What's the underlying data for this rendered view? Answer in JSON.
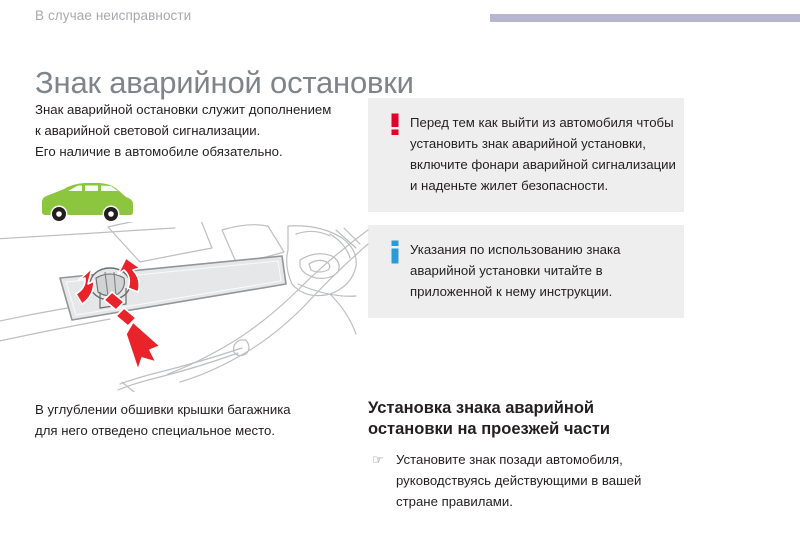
{
  "header": {
    "breadcrumb": "В случае неисправности",
    "accent_color": "#b7b6cf"
  },
  "page_title": "Знак аварийной остановки",
  "intro": {
    "line1": "Знак аварийной остановки служит дополнением",
    "line2": "к аварийной световой сигнализации.",
    "line3": "Его наличие в автомобиле обязательно."
  },
  "notices": {
    "warning": {
      "icon": "exclamation-icon",
      "icon_color": "#e4002b",
      "background": "#eeeeee",
      "line1": "Перед тем как выйти из автомобиля чтобы",
      "line2": "установить знак аварийной установки,",
      "line3": "включите фонари аварийной сигнализации",
      "line4": "и наденьте жилет безопасности."
    },
    "info": {
      "icon": "info-icon",
      "icon_color": "#2b9ad6",
      "background": "#eeeeee",
      "line1": "Указания по использованию знака",
      "line2": "аварийной установки читайте в",
      "line3": "приложенной к нему инструкции."
    }
  },
  "illustration": {
    "car_color": "#8cc63f",
    "arrow_color": "#e8232a",
    "panel_color": "#e6e7e8",
    "line_color": "#bcbec0"
  },
  "caption_left": {
    "line1": "В углублении обшивки крышки багажника",
    "line2": "для него отведено специальное место."
  },
  "section_right": {
    "heading_line1": "Установка знака аварийной",
    "heading_line2": "остановки на проезжей части",
    "bullet_marker": "☞",
    "bullet": {
      "line1": "Установите знак позади автомобиля,",
      "line2": "руководствуясь действующими в вашей",
      "line3": "стране правилами."
    }
  }
}
